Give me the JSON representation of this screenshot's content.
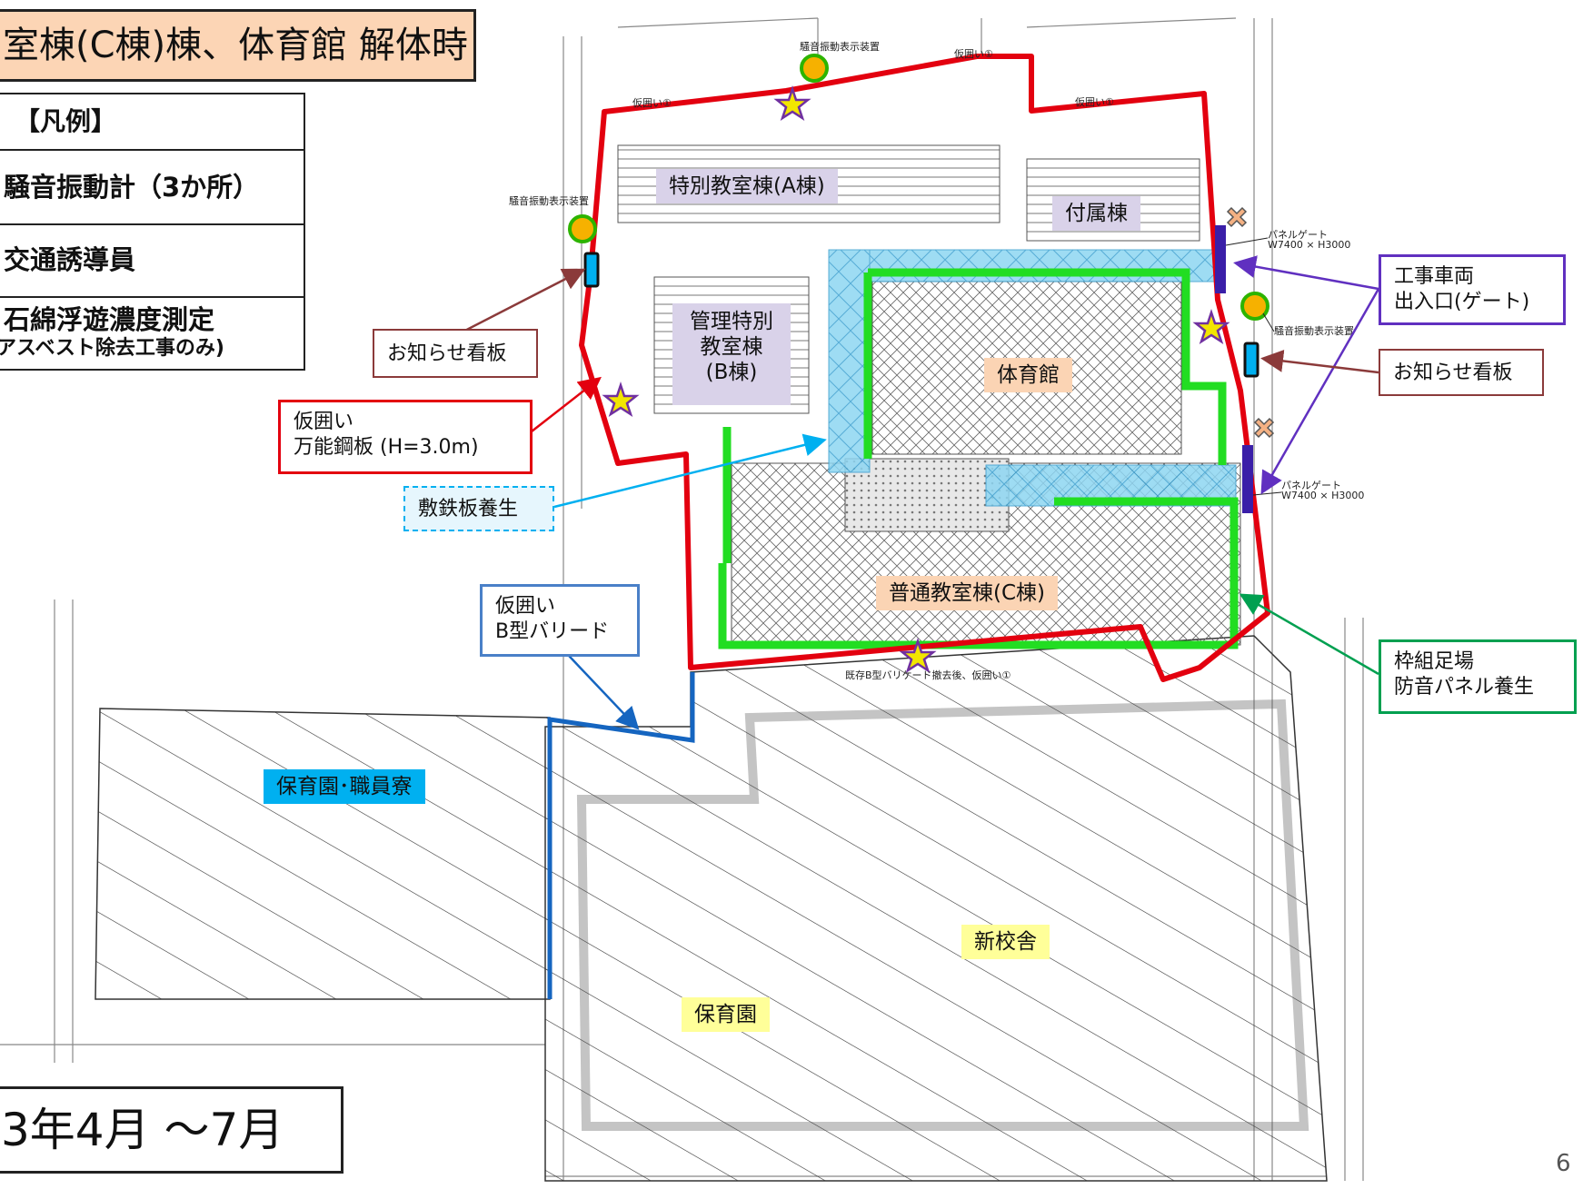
{
  "title": "室棟(C棟)棟、体育館 解体時",
  "legend": {
    "heading": "【凡例】",
    "items": [
      {
        "label": "騒音振動計（3か所）"
      },
      {
        "label": "交通誘導員"
      },
      {
        "label": "石綿浮遊濃度測定",
        "sublabel": "アスベスト除去工事のみ)"
      }
    ]
  },
  "period": "3年4月 〜7月",
  "page_number": "6",
  "buildings": {
    "a": "特別教室棟(A棟)",
    "fuzoku": "付属棟",
    "b_line1": "管理特別",
    "b_line2": "教室棟",
    "b_line3": "(B棟)",
    "gym": "体育館",
    "c": "普通教室棟(C棟)",
    "nursery_dorm": "保育園･職員寮",
    "new_school": "新校舎",
    "nursery": "保育園"
  },
  "callouts": {
    "notice_left": "お知らせ看板",
    "fence_steel_line1": "仮囲い",
    "fence_steel_line2": "万能鋼板 (H=3.0m)",
    "iron_plate": "敷鉄板養生",
    "fence_b_line1": "仮囲い",
    "fence_b_line2": "B型バリード",
    "gate_line1": "工事車両",
    "gate_line2": "出入口(ゲート)",
    "notice_right": "お知らせ看板",
    "scaffold_line1": "枠組足場",
    "scaffold_line2": "防音パネル養生"
  },
  "map_labels": {
    "noise_display": "騒音振動表示装置",
    "fence_1": "仮囲い①",
    "panel_gate_line1": "パネルゲート",
    "panel_gate_line2": "W7400 × H3000",
    "existing_fence": "既存B型バリケード撤去後、仮囲い①"
  },
  "colors": {
    "fence_red": "#e3000f",
    "fence_blue": "#1565c0",
    "scaffold_green": "#22dd22",
    "iron_plate_cyan": "#7fd3f0",
    "gate_purple": "#3a1fa8",
    "meter_yellow": "#f6b100",
    "meter_green": "#2db400",
    "star_yellow": "#f2e600",
    "star_purple": "#7030a0",
    "guard_orange": "#f4b183",
    "callout_brown": "#8b3a3a",
    "callout_sky": "#00b0f0",
    "callout_green": "#00a050",
    "callout_purple": "#6030c0"
  },
  "icons": [
    "noise-meter-icon",
    "traffic-guard-icon",
    "asbestos-star-icon",
    "notice-board-icon"
  ]
}
